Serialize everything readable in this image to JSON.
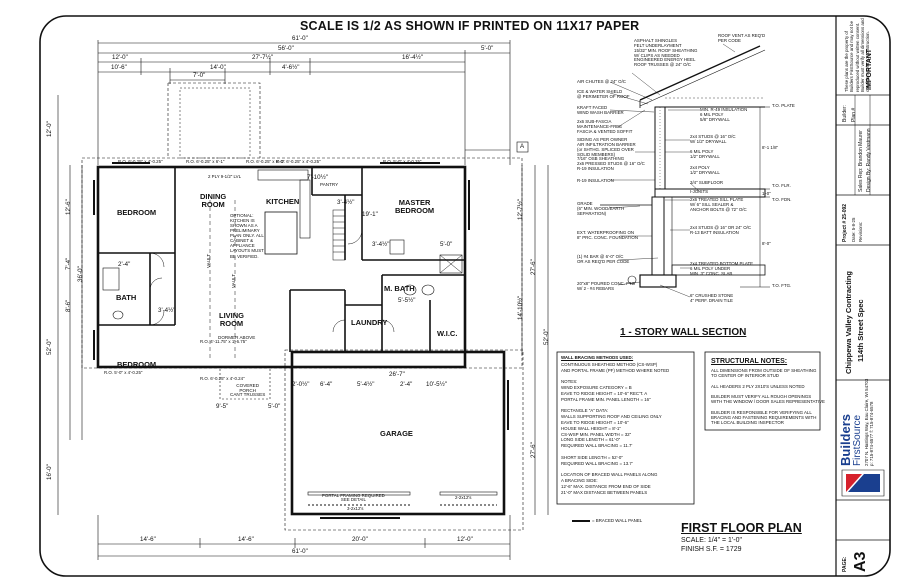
{
  "sheet": {
    "title": "SCALE IS 1/2 AS SHOWN IF PRINTED ON 11X17 PAPER"
  },
  "plan": {
    "title": "FIRST FLOOR PLAN",
    "scale": "SCALE: 1/4\" = 1'-0\"",
    "finish_sf": "FINISH S.F. = 1729",
    "rooms": {
      "bedroom1": "BEDROOM",
      "bedroom2": "BEDROOM",
      "dining": "DINING\nROOM",
      "kitchen": "KITCHEN",
      "master": "MASTER\nBEDROOM",
      "living": "LIVING\nROOM",
      "bath": "BATH",
      "mbath": "M. BATH",
      "laundry": "LAUNDRY",
      "wic": "W.I.C.",
      "garage": "GARAGE",
      "pantry": "PANTRY",
      "porch": "COVERED\nPORCH\nCANT TRUSSES",
      "dormer": "DORMER ABOVE",
      "vault1": "VAULT",
      "vault2": "VAULT"
    },
    "dims_top": [
      "61'-0\"",
      "56'-0\"",
      "5'-0\"",
      "12'-0\"",
      "27'-7½\"",
      "16'-4½\"",
      "10'-6\"",
      "14'-0\"",
      "4'-6½\"",
      "7'-0\""
    ],
    "dims_bottom": [
      "14'-6\"",
      "14'-6\"",
      "20'-0\"",
      "12'-0\"",
      "61'-0\""
    ],
    "dims_left": [
      "12'-0\"",
      "12'-6\"",
      "7'-4\"",
      "8'-6\"",
      "52'-0\"",
      "36'-0\"",
      "16'-0\""
    ],
    "dims_right": [
      "12'-7½\"",
      "27'-6\"",
      "14'-10½\"",
      "52'-0\"",
      "27'-6\""
    ],
    "dims_misc": [
      "9'-5\"",
      "5'-0\"",
      "26'-7\"",
      "2'-0½\"",
      "6'-4\"",
      "5'-4½\"",
      "2'-4\"",
      "10'-5½\"",
      "3'-4½\"",
      "5'-0\"",
      "3'-4½\"",
      "5'-5½\"",
      "2'-4\""
    ],
    "rough_openings": [
      "R.O. 6'-0.25\" x 6'-1\"",
      "R.O. 6'-0.25\" x 4'-0.25\"",
      "R.O. 6'-0.25\" x 6'-4\"",
      "R.O. 5'-0\" x 4'-0.25\"",
      "R.O. 6'-0.25\" x 4'-0.25\"",
      "R.O. 4'-11.75\" x 1'-6.75\"",
      "R.O. 6'-0.25\" x 4'-0.24\"",
      "R.O. 5'-0\" x 4'-0.25\""
    ],
    "notes": [
      "2 PLY 9-1/2\" LVL",
      "OPTIONAL: KITCHEN IS SHOWN AS A PRELIMINARY PLAN ONLY. ALL CABINET & APPLIANCE LAYOUTS MUST BE VERIFIED.",
      "PORTAL FRAMING REQUIRED\nSEE DETAIL",
      "3-2x12's",
      "2-2x12's",
      "= BRACED WALL PANEL",
      "7'-10½\"",
      "19'-1\"",
      "3'-4½\""
    ],
    "marker": "A"
  },
  "wall_section": {
    "title": "1 - STORY WALL SECTION",
    "left_labels": [
      "ASPHALT SHINGLES\nFELT UNDERLAYMENT\n15/32\" MIN. ROOF SHEATHING\nW/ CLIPS AS NEEDED\nENGINEERED ENERGY HEEL\nROOF TRUSSES @ 24\" O/C",
      "AIR CHUTES @ 24\" O/C",
      "ICE & WATER SHIELD\n@ PERIMETER OF ROOF",
      "KRAFT FACED\nWIND WASH BARRIER",
      "2x6 SUB-FASCIA\nMAINTENANCE-FREE\nFASCIA & VENTED SOFFIT",
      "SIDING AS PER OWNER\nAIR INFILTRATION BARRIER\n(or SHTHG. SPLICED OVER\nSOLID MEMBERS)\n7/16\" OSB SHEATHING\n2x6 PRESSED STUDS @ 16\" O/C\nR-19 INSULATION",
      "R-19 INSULATION",
      "GRADE\n(6\" MIN. WOOD/EARTH\nSEPARATION)",
      "EXT. WATERPROOFING ON\n8\" PRC. CONC. FOUNDATION",
      "(1) #4 BAR @ 6'-0\" O/C\nOR AS REQ'D PER CODE",
      "20\"x8\" POURED CONC. FTG\nW/ 2 - #4 REBARS"
    ],
    "right_labels": [
      "ROOF VENT AS REQ'D\nPER CODE",
      "MIN. R-49 INSULATION\n6 MIL POLY\n5/8\" DRYWALL",
      "2x4 STUDS @ 16\" O/C\nW/ 1/2\" DRYWALL",
      "6 MIL POLY\n1/2\" DRYWALL",
      "2x4 POLY\n1/2\" DRYWALL",
      "3/4\" SUBFLOOR",
      "I-JOISTS",
      "2x6 TREATED SILL PLATE\nW/ 6\" SILL SEALER &\nANCHOR BOLTS @ 72\" O/C",
      "2x4 STUDS @ 16\" OR 24\" O/C\nR-13 BATT INSULATION",
      "2x4 TREATED BOTTOM PLATE\n6 MIL POLY UNDER\nMIN. 3\" CONC. SLAB",
      "6\" CRUSHED STONE\n4\" PERF. DRAIN TILE"
    ],
    "levels": [
      "T.O. PLATE",
      "T.O. FLR.",
      "T.O. FDN.",
      "T.O. FTG."
    ],
    "heights": [
      "8'-1 1/8\"",
      "1'-0\"",
      "8'-0\""
    ]
  },
  "wall_bracing": {
    "title": "WALL BRACING METHODS USED:",
    "lines": [
      "CONTINUOUS SHEATHED METHOD (CS-WSP)",
      "AND PORTAL FRAME (PF) METHOD WHERE NOTED",
      "",
      "NOTES:",
      "WIND EXPOSURE CATEGORY = B",
      "EAVE TO RIDGE HEIGHT = 10'-6\" REC'T. A",
      "PORTAL FRAME MIN. PANEL LENGTH = 16\"",
      "",
      "RECTANGLE \"A\" DATA:",
      "WALLS SUPPORTING ROOF AND CEILING ONLY",
      "EAVE TO RIDGE HEIGHT = 10'-6\"",
      "HOUSE WALL HEIGHT = 8'-1\"",
      "CS-WSP MIN. PANEL WIDTH = 32\"",
      "LONG SIDE LENGTH = 61'-0\"",
      "REQUIRED WALL BRACING = 11.7'",
      "",
      "SHORT SIDE LENGTH = 52'-0\"",
      "REQUIRED WALL BRACING = 13.7'",
      "",
      "LOCATION OF BRACED WALL PANELS ALONG",
      "A BRACING SIDE:",
      "12'-6\" MAX. DISTANCE FROM END OF SIDE",
      "21'-0\" MAX DISTANCE BETWEEN PANELS"
    ]
  },
  "structural_notes": {
    "title": "STRUCTURAL NOTES:",
    "lines": [
      "ALL DIMENSIONS FROM OUTSIDE OF SHEATHING",
      "TO CENTER OF INTERIOR STUD",
      "",
      "ALL HEADERS 2 PLY 2X10'S UNLESS NOTED",
      "",
      "BUILDER MUST VERIFY ALL ROUGH OPENINGS",
      "WITH THE WINDOW / DOOR SALES REPRESENTATIVE",
      "",
      "BUILDER IS RESPONSIBLE FOR VERIFYING ALL",
      "BRACING AND FASTENING REQUIREMENTS WITH",
      "THE LOCAL BUILDING INSPECTOR"
    ]
  },
  "title_block": {
    "important": "IMPORTANT",
    "important_text": "These plans are the property of Builders FirstSource and may not be reproduced without written consent. Builder must verify all dimensions and conditions prior to construction.",
    "builder_label": "Builder:",
    "plan_label": "Plan #",
    "sales_rep": "Sales Rep: Brandon Maurer",
    "design_by": "Design By: Randy Vastmann",
    "project": "Project # 25-092",
    "date": "Date: 5-8-25",
    "revisions": "Revisions:",
    "client": "Chippewa Valley Contracting",
    "address": "114th Street Spec",
    "brand_top": "Builders",
    "brand_bottom": "FirstSource",
    "company_address": "2707 N. Hastings Way, Eau Claire, WI 54703\np: 715-874-6577 f: 715-874-6578",
    "page_label": "PAGE:",
    "page_number": "A3"
  },
  "colors": {
    "line": "#111111",
    "brand_red": "#d6212c",
    "brand_blue": "#1a3f8f"
  }
}
